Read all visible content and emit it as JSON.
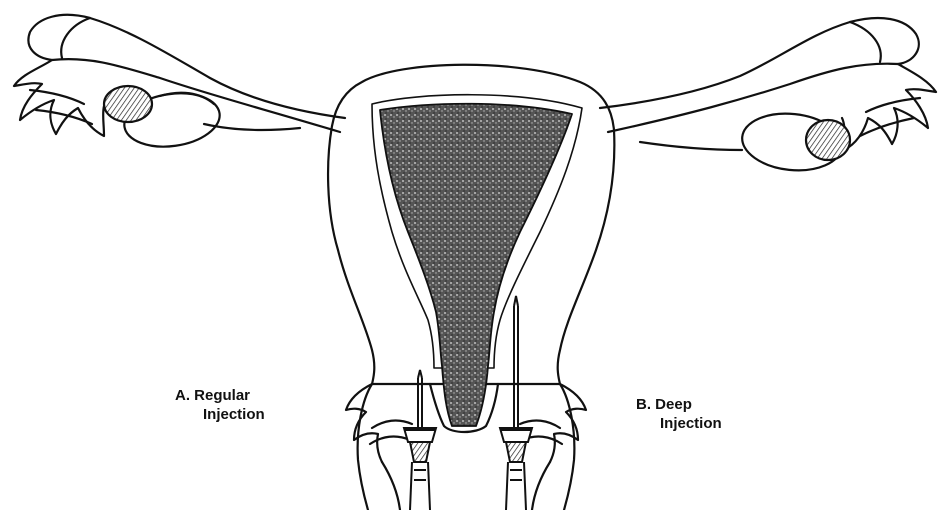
{
  "figure": {
    "label_a": {
      "letter": "A.",
      "line1": "Regular",
      "line2": "Injection"
    },
    "label_b": {
      "letter": "B.",
      "line1": "Deep",
      "line2": "Injection"
    }
  },
  "colors": {
    "ink": "#111111",
    "cavity_fill": "#3a3a3a",
    "background": "#ffffff"
  }
}
